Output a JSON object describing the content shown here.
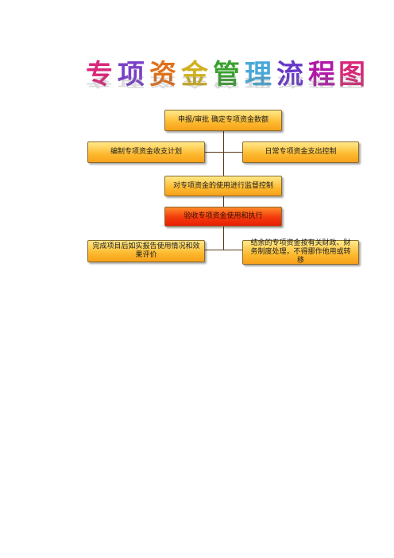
{
  "title": {
    "chars": [
      "专",
      "项",
      "资",
      "金",
      "管",
      "理",
      "流",
      "程",
      "图"
    ],
    "colors": [
      "#d8287a",
      "#7a40c8",
      "#e0701a",
      "#d0b020",
      "#3aa030",
      "#48a8d8",
      "#6838c8",
      "#b018a8",
      "#d82878"
    ]
  },
  "nodes": {
    "apply": "申报/审批  确定专项资金数额",
    "plan": "编制专项资金收支计划",
    "control": "日常专项资金支出控制",
    "supervise": "对专项资金的使用进行监督控制",
    "accept": "验收专项资金使用和执行",
    "report": "完成项目后如实报告使用情况和效果评价",
    "surplus": "结余的专项资金按有关财政、财务制度处理，不得挪作他用或转移"
  }
}
